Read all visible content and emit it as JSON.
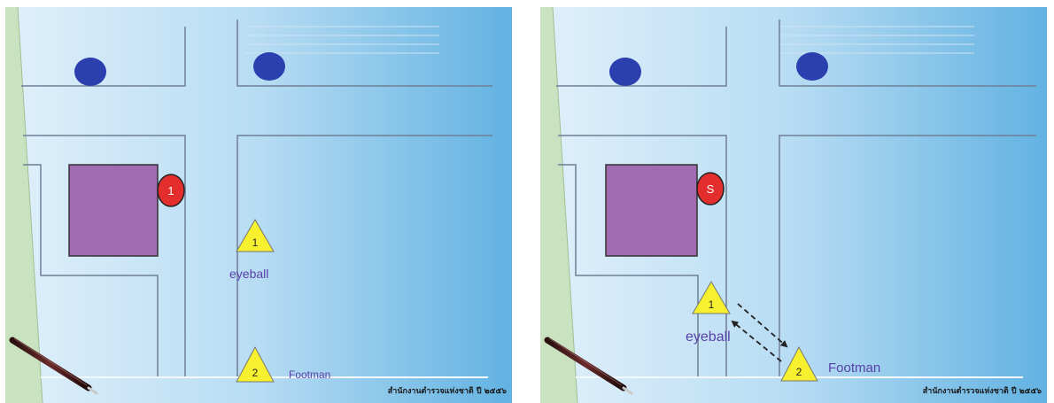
{
  "panels": [
    {
      "id": "left",
      "suspect_label": "1",
      "observers": [
        {
          "role": "eyeball",
          "number": "1",
          "caption": "eyeball"
        },
        {
          "role": "footman",
          "number": "2",
          "caption": "Footman"
        }
      ],
      "signal_arrows": false,
      "footer_text": "สำนักงานตำรวจแห่งชาติ ปี ๒๕๕๖"
    },
    {
      "id": "right",
      "suspect_label": "S",
      "observers": [
        {
          "role": "eyeball",
          "number": "1",
          "caption": "eyeball"
        },
        {
          "role": "footman",
          "number": "2",
          "caption": "Footman"
        }
      ],
      "signal_arrows": true,
      "footer_text": "สำนักงานตำรวจแห่งชาติ ปี ๒๕๕๖"
    }
  ],
  "colors": {
    "background_light": "#e0f0fb",
    "background_dark": "#62b2e2",
    "street_line": "#6e7f95",
    "building": "#a06bb0",
    "suspect_marker": "#e42d2d",
    "observer_marker": "#f6f02e",
    "caption_text": "#5940a8",
    "blue_dot": "#2c3fae",
    "margin_strip": "#c9e3c1"
  }
}
